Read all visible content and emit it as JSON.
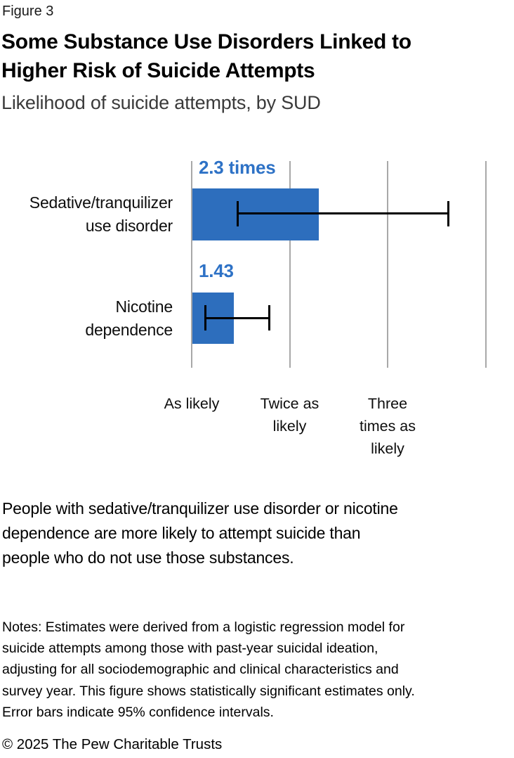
{
  "figure_label": "Figure 3",
  "title": "Some Substance Use Disorders Linked to\nHigher Risk of Suicide Attempts",
  "subtitle": "Likelihood of suicide attempts, by SUD",
  "chart_data": {
    "type": "bar",
    "orientation": "horizontal",
    "title": "Some Substance Use Disorders Linked to Higher Risk of Suicide Attempts",
    "subtitle": "Likelihood of suicide attempts, by SUD",
    "categories": [
      "Sedative/tranquilizer use disorder",
      "Nicotine dependence"
    ],
    "values": [
      2.3,
      1.43
    ],
    "value_labels": [
      "2.3 times",
      "1.43"
    ],
    "ci_95": [
      [
        1.47,
        3.62
      ],
      [
        1.14,
        1.79
      ]
    ],
    "x_axis": {
      "range": [
        1,
        4
      ],
      "gridline_values": [
        1,
        2,
        3,
        4
      ],
      "tick_values": [
        1,
        2,
        3
      ],
      "tick_labels": [
        "As likely",
        "Twice as\nlikely",
        "Three\ntimes as\nlikely"
      ]
    },
    "grid": true,
    "legend": false,
    "colors": {
      "bar": "#2d6ebd",
      "value_label": "#2e72c6",
      "gridline": "#a8a8a8",
      "error_bar": "#000000"
    },
    "category_display": [
      "Sedative/tranquilizer\nuse disorder",
      "Nicotine\ndependence"
    ]
  },
  "annotation": "People with sedative/tranquilizer use disorder or nicotine\ndependence are more likely to attempt suicide than\npeople who do not use those substances.",
  "notes": "Notes: Estimates were derived from a logistic regression model for\nsuicide attempts among those with past-year suicidal ideation,\nadjusting for all sociodemographic and clinical characteristics and\nsurvey year. This figure shows statistically significant estimates only.\nError bars indicate 95% confidence intervals.",
  "copyright": "© 2025 The Pew Charitable Trusts"
}
